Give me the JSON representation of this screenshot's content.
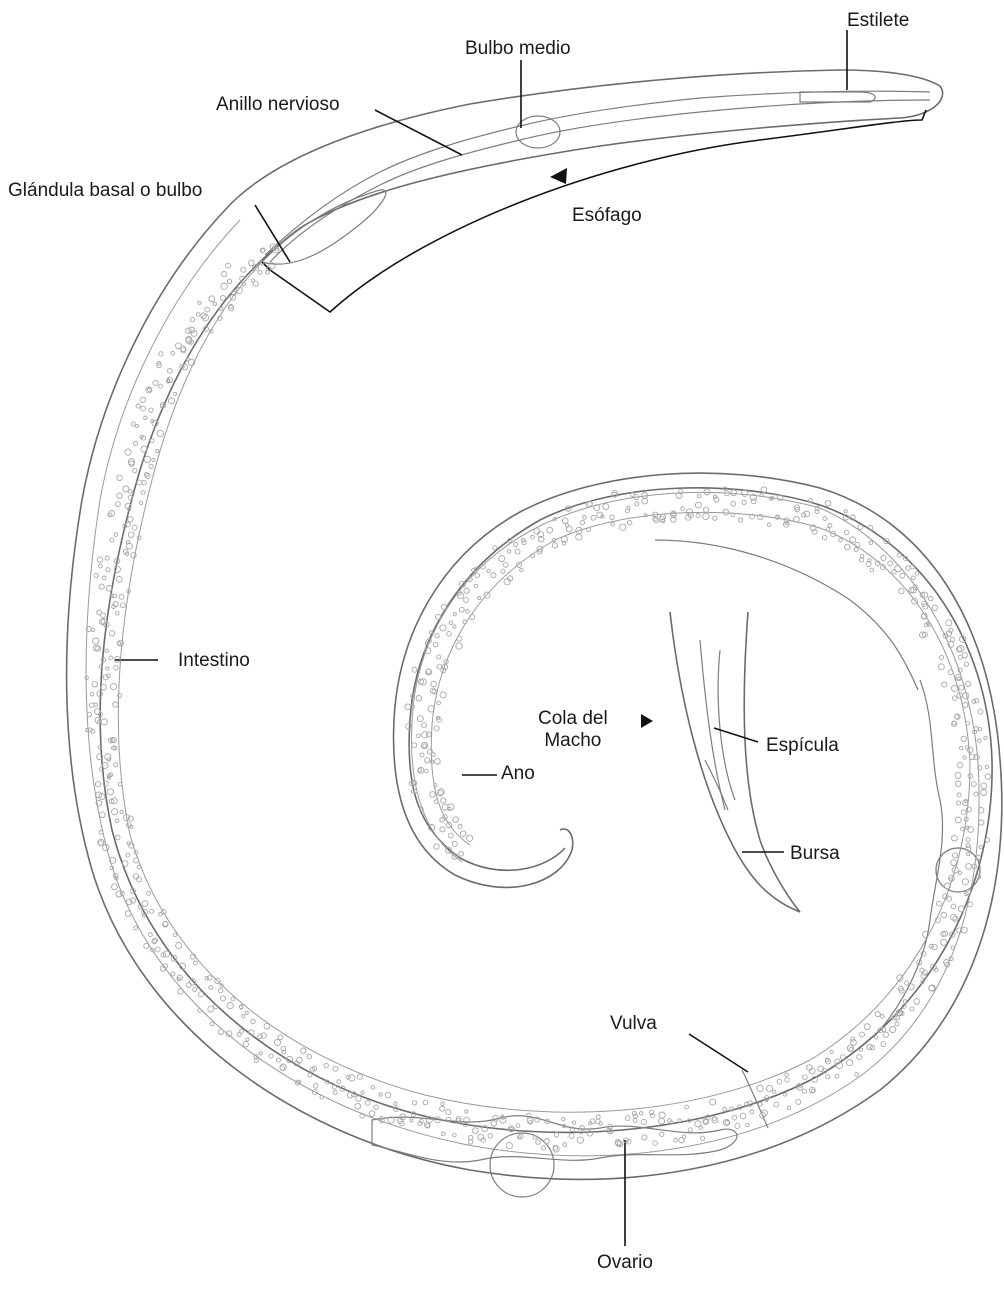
{
  "labels": {
    "estilete": "Estilete",
    "bulbo_medio": "Bulbo medio",
    "anillo_nervioso": "Anillo nervioso",
    "glandula_basal": "Glándula basal o bulbo",
    "esofago": "Esófago",
    "intestino": "Intestino",
    "cola_del_macho_line1": "Cola del",
    "cola_del_macho_line2": "Macho",
    "espicula": "Espícula",
    "ano": "Ano",
    "bursa": "Bursa",
    "vulva": "Vulva",
    "ovario": "Ovario"
  },
  "colors": {
    "outline": "#6b6b6b",
    "leader": "#111111",
    "label_text": "#1a1a1a",
    "background": "#ffffff"
  }
}
